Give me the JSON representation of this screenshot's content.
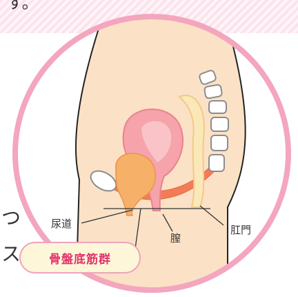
{
  "top_text": "す。",
  "left_text": [
    "",
    "",
    "つ",
    "ス"
  ],
  "labels": {
    "urethra": "尿道",
    "vagina": "膣",
    "anus": "肛門"
  },
  "badge": "骨盤底筋群",
  "colors": {
    "frame": "#f3a6be",
    "badge_text": "#e2336e",
    "badge_bg": "#fdf6d8",
    "skin": "#fbe1c6",
    "bladder": "#f7b067",
    "uterus": "#f6a3ab",
    "pelvic_floor": "#f37c55",
    "rectum": "#fbe8b8",
    "spine": "#ffffff"
  }
}
